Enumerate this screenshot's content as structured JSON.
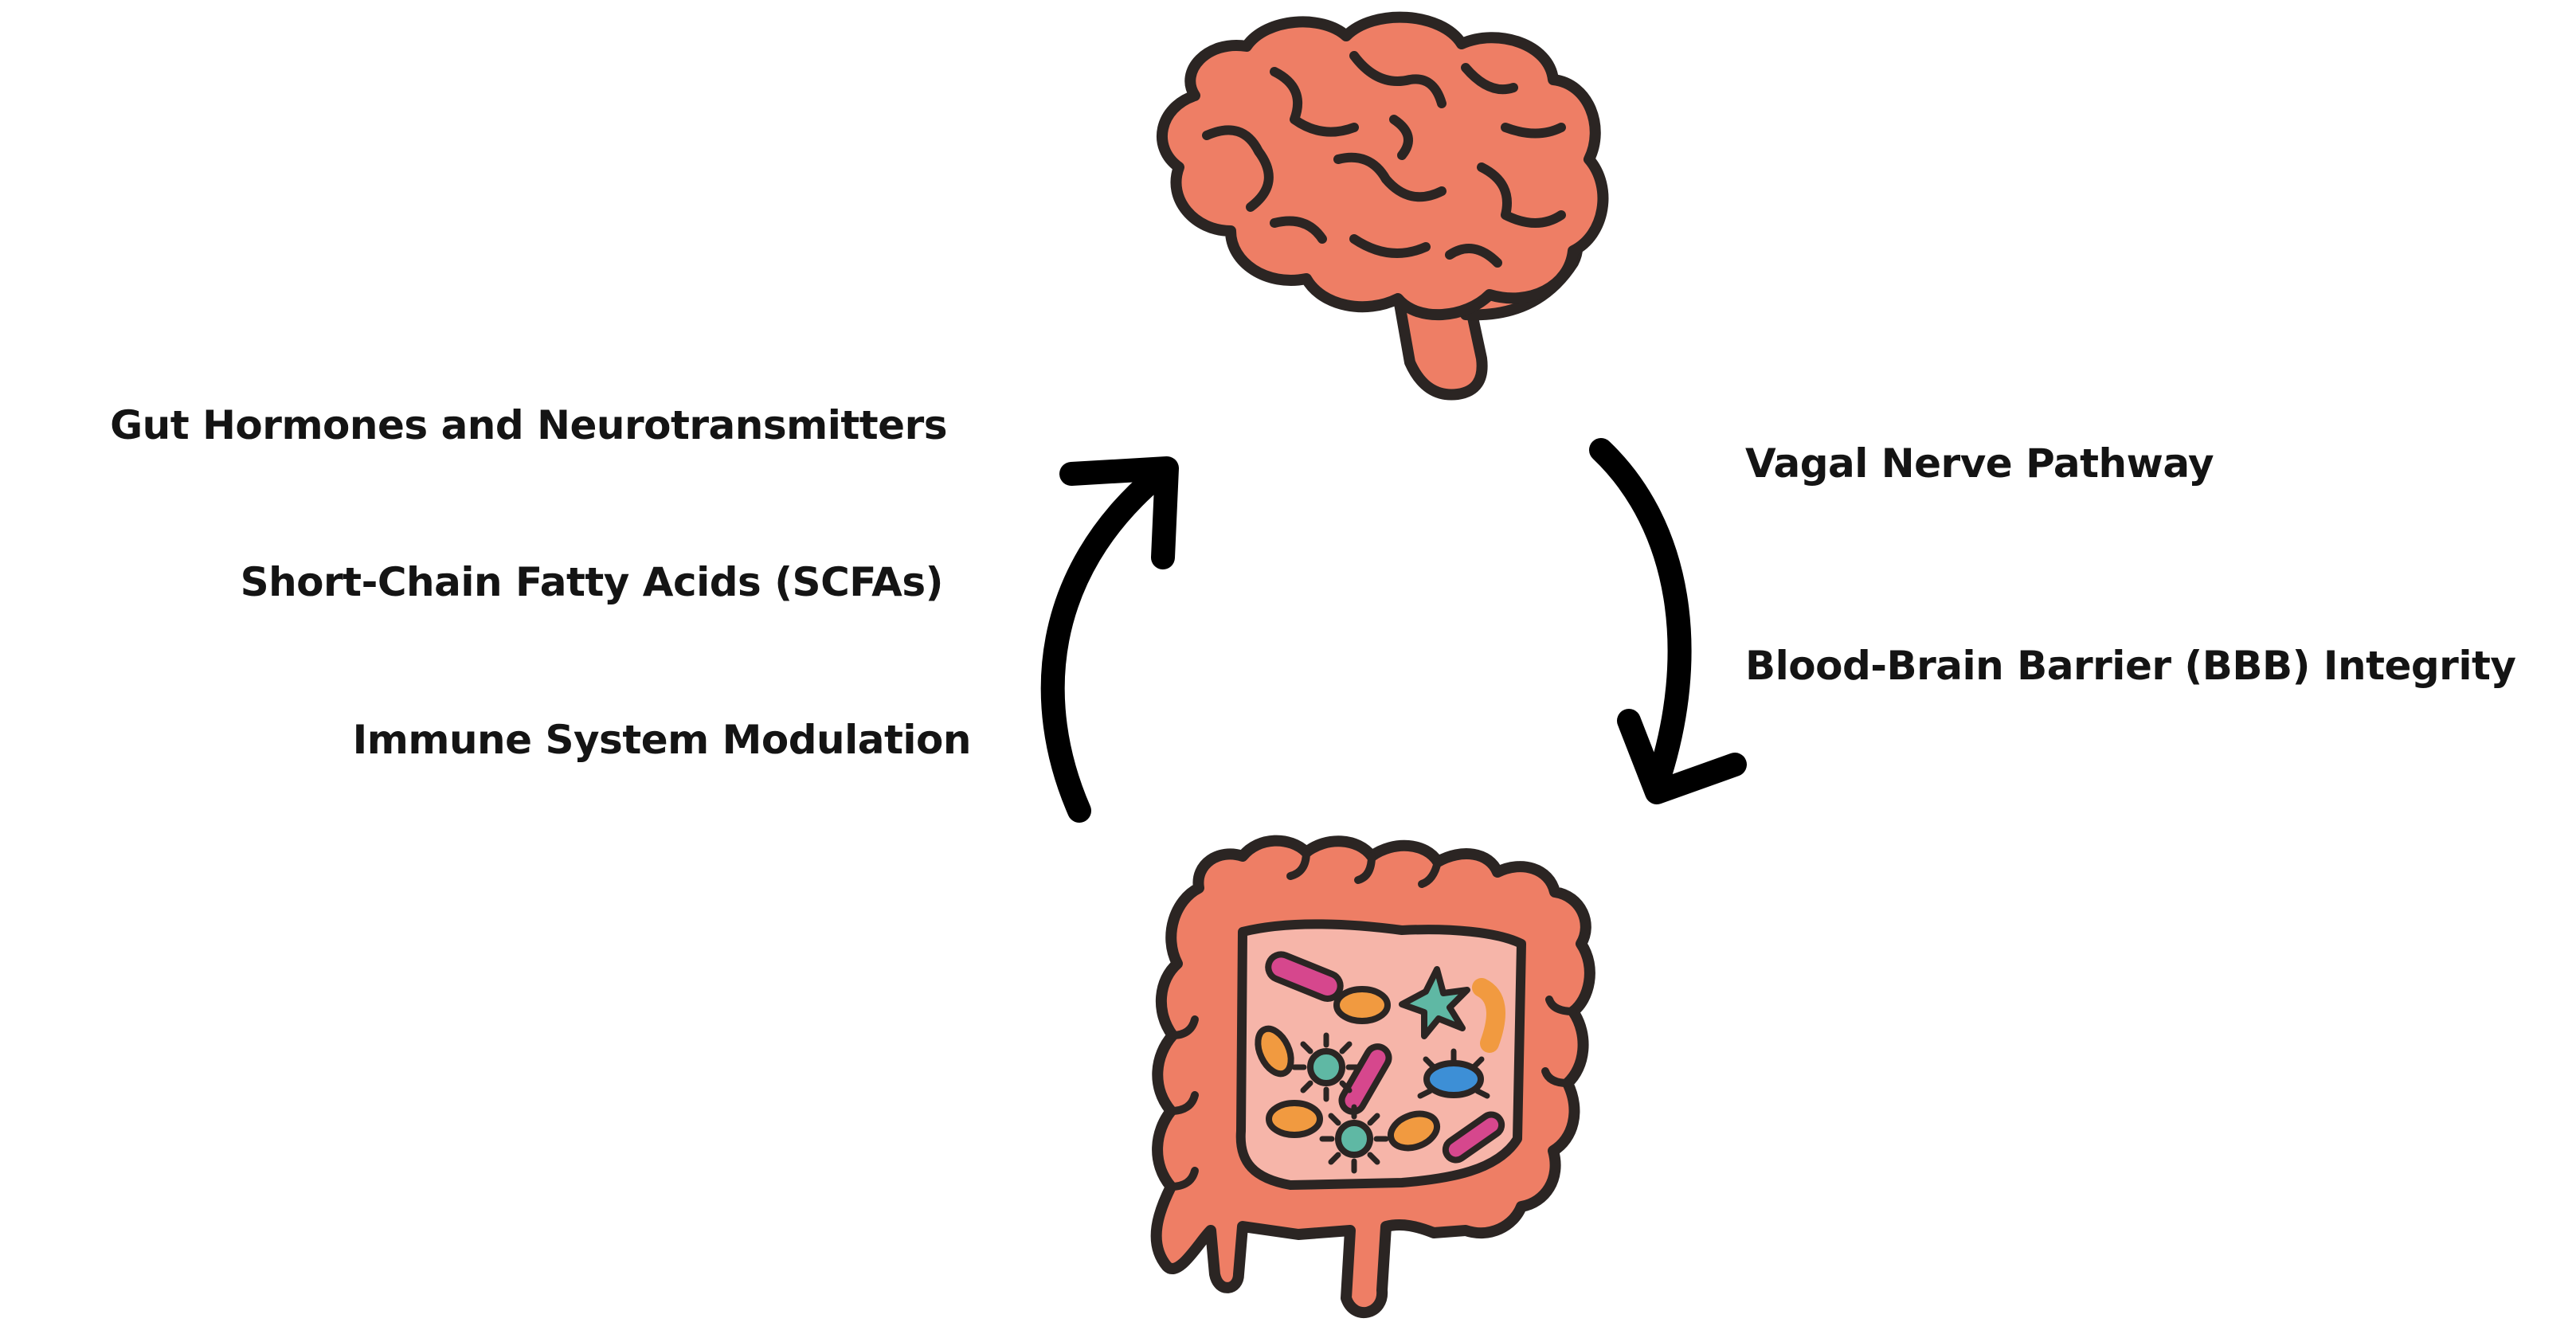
{
  "left_pathways": [
    "Gut Hormones and Neurotransmitters",
    "Short-Chain Fatty Acids (SCFAs)",
    "Immune System Modulation"
  ],
  "right_pathways": [
    "Vagal Nerve Pathway",
    "Blood-Brain Barrier (BBB) Integrity"
  ],
  "colors": {
    "organ_fill": "#ee7e65",
    "organ_outline": "#2b2523",
    "intestine_interior": "#f6b5a9",
    "arrow": "#000000",
    "microbe_magenta": "#d6478d",
    "microbe_orange": "#f19a40",
    "microbe_teal": "#5fb8a4",
    "microbe_blue": "#3d8fd6"
  },
  "icons": [
    "brain-icon",
    "intestine-microbiome-icon",
    "gut-to-brain-arrow-icon",
    "brain-to-gut-arrow-icon"
  ]
}
